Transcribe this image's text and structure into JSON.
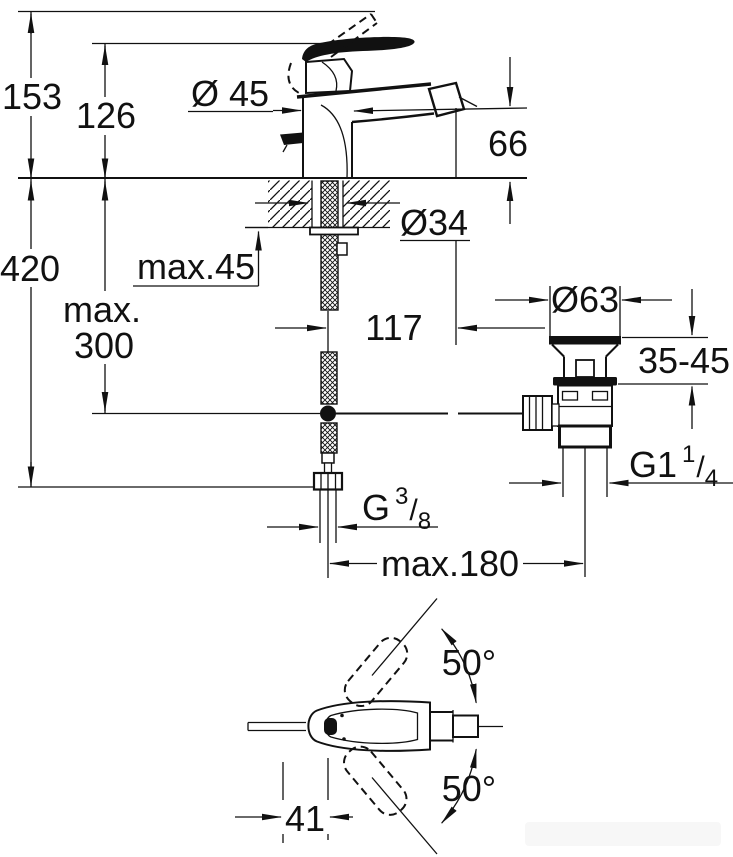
{
  "drawing": {
    "title_hint": "faucet-dimension-diagram",
    "dims": {
      "d153": "153",
      "d126": "126",
      "d45": "Ø 45",
      "d66": "66",
      "d420": "420",
      "max45": "max.45",
      "d34": "Ø34",
      "max300_line1": "max.",
      "max300_line2": "300",
      "d117": "117",
      "d63": "Ø63",
      "d3545": "35-45",
      "g114_base": "G1",
      "g114_sup": "1",
      "g114_slash": "/",
      "g114_sub": "4",
      "g38_base": "G",
      "g38_sup": "3",
      "g38_slash": "/",
      "g38_sub": "8",
      "max180": "max.180",
      "angle_top": "50°",
      "angle_bottom": "50°",
      "d41": "41"
    },
    "colors": {
      "line": "#111111",
      "background": "#ffffff"
    }
  }
}
